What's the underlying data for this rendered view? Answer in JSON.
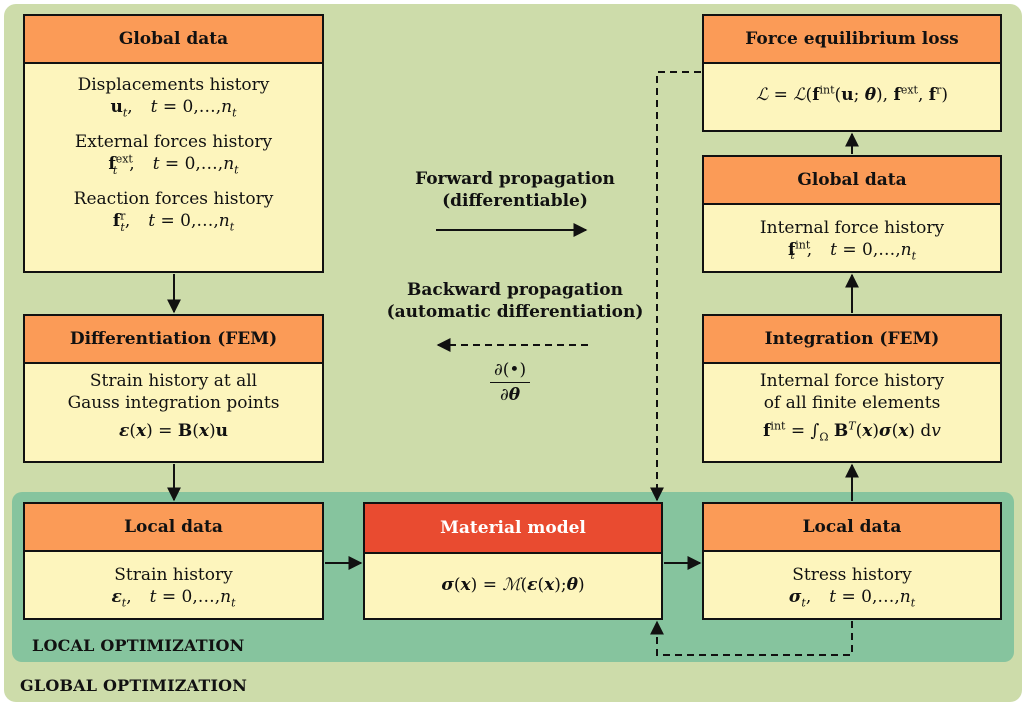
{
  "global_region": {
    "label": "GLOBAL OPTIMIZATION"
  },
  "local_region": {
    "label": "LOCAL OPTIMIZATION"
  },
  "box_global_data_left": {
    "title": "Global data",
    "lines": [
      "Displacements history",
      "External forces history",
      "Reaction forces history"
    ],
    "formulas": [
      "u_t,  t = 0,…,n_t",
      "f_t^ext,  t = 0,…,n_t",
      "f_t^r,  t = 0,…,n_t"
    ]
  },
  "box_differentiation": {
    "title": "Differentiation (FEM)",
    "lines": [
      "Strain history at all",
      "Gauss integration points"
    ],
    "formula": "ε(x) = B(x)u"
  },
  "box_local_data_left": {
    "title": "Local data",
    "line": "Strain history",
    "formula": "ε_t,  t = 0,…,n_t"
  },
  "box_material_model": {
    "title": "Material model",
    "formula": "σ(x) = ℳ(ε(x); θ)"
  },
  "box_local_data_right": {
    "title": "Local data",
    "line": "Stress history",
    "formula": "σ_t,  t = 0,…,n_t"
  },
  "box_integration": {
    "title": "Integration (FEM)",
    "lines": [
      "Internal force history",
      "of all finite elements"
    ],
    "formula": "f^int = ∫_Ω B^T(x)σ(x) dv"
  },
  "box_global_data_right": {
    "title": "Global data",
    "line": "Internal force history",
    "formula": "f_t^int,  t = 0,…,n_t"
  },
  "box_loss": {
    "title": "Force equilibrium loss",
    "formula": "ℒ = ℒ(f^int(u; θ), f^ext, f^r)"
  },
  "legend": {
    "forward": [
      "Forward propagation",
      "(differentiable)"
    ],
    "backward": [
      "Backward propagation",
      "(automatic differentiation)"
    ],
    "derivative_num": "∂(•)",
    "derivative_den": "∂θ"
  },
  "colors": {
    "global_region": "#cddcaa",
    "local_region": "#86c49e",
    "box_body": "#fdf5bd",
    "box_header": "#fb9b57",
    "material_header": "#e94b30"
  }
}
